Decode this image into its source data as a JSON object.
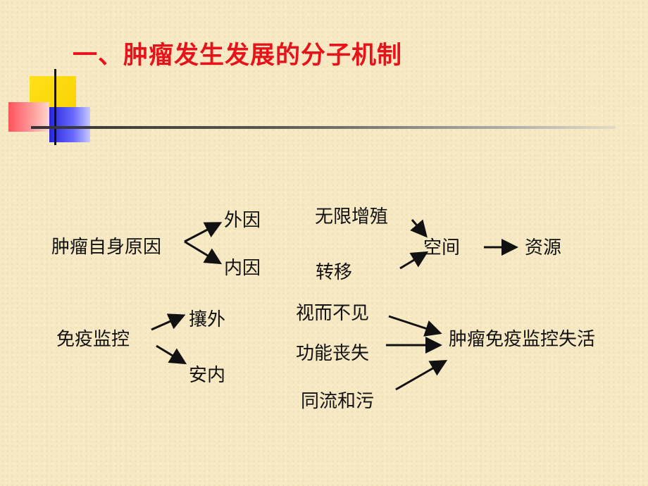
{
  "title": "一、肿瘤发生发展的分子机制",
  "diagram": {
    "tumor_self_cause": "肿瘤自身原因",
    "external_cause": "外因",
    "internal_cause": "内因",
    "unlimited_proliferation": "无限增殖",
    "metastasis": "转移",
    "space": "空间",
    "resources": "资源",
    "immune_surveillance": "免疫监控",
    "expel_external": "攘外",
    "pacify_internal": "安内",
    "ignore": "视而不见",
    "function_loss": "功能丧失",
    "collusion": "同流和污",
    "immune_failure": "肿瘤免疫监控失活"
  },
  "colors": {
    "title": "#e8121b",
    "text": "#111111",
    "background": "#f6e9c4",
    "deco_yellow": "#ffe11a",
    "deco_red": "#ff4b55",
    "deco_blue": "#2626d8"
  }
}
